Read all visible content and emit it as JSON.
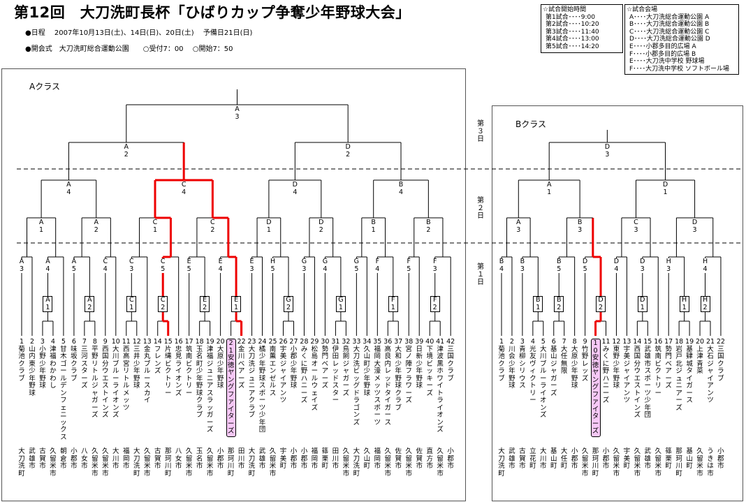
{
  "header": {
    "title": "第12回　大刀洗町長杯「ひばりカップ争奪少年野球大会」",
    "schedule": "●日程　 2007年10月13日(土)、14日(日)、20日(土)　 予備日21日(日)",
    "ceremony": "●開会式　大刀洗町総合運動公園　　○受付7：00　 ○開始7：50"
  },
  "times": {
    "title": "☆試合開始時間",
    "rows": [
      "第1試合････9:00",
      "第2試合････10:20",
      "第3試合････11:40",
      "第4試合････13:00",
      "第5試合････14:20"
    ]
  },
  "venues": {
    "title": "☆試合会場",
    "rows": [
      "A････大刀洗総合運動公園 A",
      "B････大刀洗総合運動公園 B",
      "C････大刀洗総合運動公園 C",
      "D････大刀洗総合運動公園 D",
      "E････小郡多目的広場 A",
      "F････小郡多目的広場 B",
      "E････大刀洗中学校 野球場",
      "F････大刀洗中学校 ソフトボール場"
    ]
  },
  "classA": {
    "label": "Aクラス"
  },
  "classB": {
    "label": "Bクラス"
  },
  "rounds": {
    "r3": "第３日",
    "r2": "第２日",
    "r1": "第１日"
  },
  "teamsA": [
    {
      "n": "1",
      "t": "菊池クラブ",
      "c": "大刀洗町"
    },
    {
      "n": "2",
      "t": "山内東少年野球",
      "c": "武雄市"
    },
    {
      "n": "3",
      "t": "小野少年野球",
      "c": "古賀市"
    },
    {
      "n": "4",
      "t": "津福わかわし",
      "c": "久留米市"
    },
    {
      "n": "5",
      "t": "甘木ゴールデンフェニックス",
      "c": "朝倉市"
    },
    {
      "n": "6",
      "t": "味坂クラブ",
      "c": "小郡市"
    },
    {
      "n": "7",
      "t": "三河スターズ",
      "c": "八女市"
    },
    {
      "n": "8",
      "t": "平野リトルジャガーズ",
      "c": "久留米市"
    },
    {
      "n": "9",
      "t": "西国分ウエストインズ",
      "c": "久留米市"
    },
    {
      "n": "10",
      "t": "大川ブルーライオンズ",
      "c": "大川市"
    },
    {
      "n": "11",
      "t": "西高宮リトルメッツ",
      "c": "福岡市"
    },
    {
      "n": "12",
      "t": "三井少年野球",
      "c": "大刀洗町"
    },
    {
      "n": "13",
      "t": "金丸ブルースカイ",
      "c": "久留米市"
    },
    {
      "n": "14",
      "t": "フレンズ",
      "c": "古賀市"
    },
    {
      "n": "15",
      "t": "片縄ビクトリー",
      "c": "那珂川町"
    },
    {
      "n": "16",
      "t": "忠見ライオンズ",
      "c": "八女市"
    },
    {
      "n": "17",
      "t": "筑南ビクトリー",
      "c": "久留米市"
    },
    {
      "n": "18",
      "t": "玉名町少年野球クラブ",
      "c": "玉名市"
    },
    {
      "n": "19",
      "t": "津福ジュニアスラッガーズ",
      "c": "久留米市"
    },
    {
      "n": "20",
      "t": "大原少年野球",
      "c": "小郡市"
    },
    {
      "n": "21",
      "t": "安徳ヤングファイターズ",
      "c": "那珂川町",
      "hl": true
    },
    {
      "n": "22",
      "t": "金川ベアーズ",
      "c": "田川市"
    },
    {
      "n": "23",
      "t": "大刀洗ジュニアクラブ",
      "c": "大刀洗町"
    },
    {
      "n": "24",
      "t": "橘少年野球スポーツ少年団",
      "c": "武雄市"
    },
    {
      "n": "25",
      "t": "南薫エンゼルス",
      "c": "久留米市"
    },
    {
      "n": "26",
      "t": "宇美ジャイアンツ",
      "c": "宇美町"
    },
    {
      "n": "27",
      "t": "小郡少年野球",
      "c": "小郡市"
    },
    {
      "n": "28",
      "t": "みくに野ハニーズ",
      "c": "小郡市"
    },
    {
      "n": "29",
      "t": "松島オールウェイズ",
      "c": "福岡市"
    },
    {
      "n": "30",
      "t": "勢門ベアーズ",
      "c": "篠栗町"
    },
    {
      "n": "31",
      "t": "伊田レッドスター",
      "c": "田川市"
    },
    {
      "n": "32",
      "t": "鳥飼ジャガーズ",
      "c": "久留米市"
    },
    {
      "n": "33",
      "t": "大刀洗ビッグドラゴンズ",
      "c": "大刀洗町"
    },
    {
      "n": "34",
      "t": "久山町少年野球",
      "c": "久山町"
    },
    {
      "n": "35",
      "t": "福岡大濠メッツスポーツ",
      "c": "福岡市"
    },
    {
      "n": "36",
      "t": "高良内レッドタイガース",
      "c": "久留米市"
    },
    {
      "n": "37",
      "t": "大和少年野球クラブ",
      "c": "佐賀市"
    },
    {
      "n": "38",
      "t": "宮ノ陣フラワーズ",
      "c": "久留米市"
    },
    {
      "n": "39",
      "t": "日新少年野球",
      "c": "佐賀市"
    },
    {
      "n": "40",
      "t": "下境ビッキーズ",
      "c": "直方市"
    },
    {
      "n": "41",
      "t": "津波黒ホワイトライオンズ",
      "c": "久留米市"
    },
    {
      "n": "42",
      "t": "三国クラブ",
      "c": "小郡市"
    }
  ],
  "teamsB": [
    {
      "n": "1",
      "t": "菊池クラブ",
      "c": "大刀洗町"
    },
    {
      "n": "2",
      "t": "川会少年野球",
      "c": "武雄市"
    },
    {
      "n": "3",
      "t": "青柳シリウス",
      "c": "古賀市"
    },
    {
      "n": "4",
      "t": "光友ヴィクトリー",
      "c": "立花町"
    },
    {
      "n": "5",
      "t": "大川ブルーライオンズ",
      "c": "大川市"
    },
    {
      "n": "6",
      "t": "基山ジャガーズ",
      "c": "基山町"
    },
    {
      "n": "7",
      "t": "大任無限",
      "c": "大任町"
    },
    {
      "n": "8",
      "t": "大原少年野球",
      "c": "小郡市"
    },
    {
      "n": "9",
      "t": "竹野レッズ",
      "c": "久留米市"
    },
    {
      "n": "10",
      "t": "安徳ヤングファイターズ",
      "c": "那珂川町",
      "hl": true
    },
    {
      "n": "11",
      "t": "みくに野ハニーズ",
      "c": "小郡市"
    },
    {
      "n": "12",
      "t": "東野少年野球",
      "c": "久留米市"
    },
    {
      "n": "13",
      "t": "宇美ジャイアンツ",
      "c": "宇美町"
    },
    {
      "n": "14",
      "t": "西国分ウエストインズ",
      "c": "久留米市"
    },
    {
      "n": "15",
      "t": "武雄市スポーツ少年団",
      "c": "武雄市"
    },
    {
      "n": "16",
      "t": "筑南ビクトリー",
      "c": "久留米市"
    },
    {
      "n": "17",
      "t": "勢門ベアーズ",
      "c": "篠栗町"
    },
    {
      "n": "18",
      "t": "岩戸北ジュニアーズ",
      "c": "那珂川町"
    },
    {
      "n": "19",
      "t": "基肄城タイガース",
      "c": "基山町"
    },
    {
      "n": "20",
      "t": "上津青菜",
      "c": "久留米市"
    },
    {
      "n": "21",
      "t": "大石ジャイアンツ",
      "c": "うきは市"
    },
    {
      "n": "22",
      "t": "三国クラブ",
      "c": "小郡市"
    }
  ],
  "nodesA": [
    {
      "k": "A",
      "v": "3"
    },
    {
      "k": "A",
      "v": "2"
    },
    {
      "k": "D",
      "v": "2"
    },
    {
      "k": "A",
      "v": "4"
    },
    {
      "k": "C",
      "v": "4"
    },
    {
      "k": "D",
      "v": "4"
    },
    {
      "k": "B",
      "v": "4"
    },
    {
      "k": "A",
      "v": "1"
    },
    {
      "k": "A",
      "v": "2"
    },
    {
      "k": "C",
      "v": "1"
    },
    {
      "k": "C",
      "v": "2"
    },
    {
      "k": "D",
      "v": "1"
    },
    {
      "k": "D",
      "v": "2"
    },
    {
      "k": "B",
      "v": "1"
    },
    {
      "k": "B",
      "v": "2"
    },
    {
      "k": "A",
      "v": "3"
    },
    {
      "k": "A",
      "v": "4"
    },
    {
      "k": "A",
      "v": "5"
    },
    {
      "k": "C",
      "v": "4"
    },
    {
      "k": "C",
      "v": "3"
    },
    {
      "k": "C",
      "v": "5"
    },
    {
      "k": "E",
      "v": "5"
    },
    {
      "k": "E",
      "v": "4"
    },
    {
      "k": "E",
      "v": "3"
    },
    {
      "k": "H",
      "v": "5"
    },
    {
      "k": "G",
      "v": "3"
    },
    {
      "k": "G",
      "v": "4"
    },
    {
      "k": "G",
      "v": "5"
    },
    {
      "k": "F",
      "v": "4"
    },
    {
      "k": "F",
      "v": "5"
    },
    {
      "k": "F",
      "v": "3"
    },
    {
      "k": "A",
      "v": "1"
    },
    {
      "k": "A",
      "v": "2"
    },
    {
      "k": "C",
      "v": "1"
    },
    {
      "k": "C",
      "v": "2"
    },
    {
      "k": "E",
      "v": "2"
    },
    {
      "k": "E",
      "v": "1"
    },
    {
      "k": "G",
      "v": "2"
    },
    {
      "k": "G",
      "v": "1"
    },
    {
      "k": "F",
      "v": "1"
    },
    {
      "k": "F",
      "v": "2"
    }
  ],
  "nodesB": [
    {
      "k": "D",
      "v": "3"
    },
    {
      "k": "A",
      "v": "1"
    },
    {
      "k": "D",
      "v": "1"
    },
    {
      "k": "A",
      "v": "3"
    },
    {
      "k": "B",
      "v": "3"
    },
    {
      "k": "C",
      "v": "3"
    },
    {
      "k": "D",
      "v": "3"
    },
    {
      "k": "B",
      "v": "4"
    },
    {
      "k": "B",
      "v": "3"
    },
    {
      "k": "B",
      "v": "5"
    },
    {
      "k": "D",
      "v": "5"
    },
    {
      "k": "D",
      "v": "4"
    },
    {
      "k": "D",
      "v": "3"
    },
    {
      "k": "H",
      "v": "3"
    },
    {
      "k": "H",
      "v": "4"
    },
    {
      "k": "B",
      "v": "1"
    },
    {
      "k": "B",
      "v": "2"
    },
    {
      "k": "D",
      "v": "2"
    },
    {
      "k": "D",
      "v": "1"
    },
    {
      "k": "H",
      "v": "1"
    },
    {
      "k": "H",
      "v": "2"
    }
  ]
}
